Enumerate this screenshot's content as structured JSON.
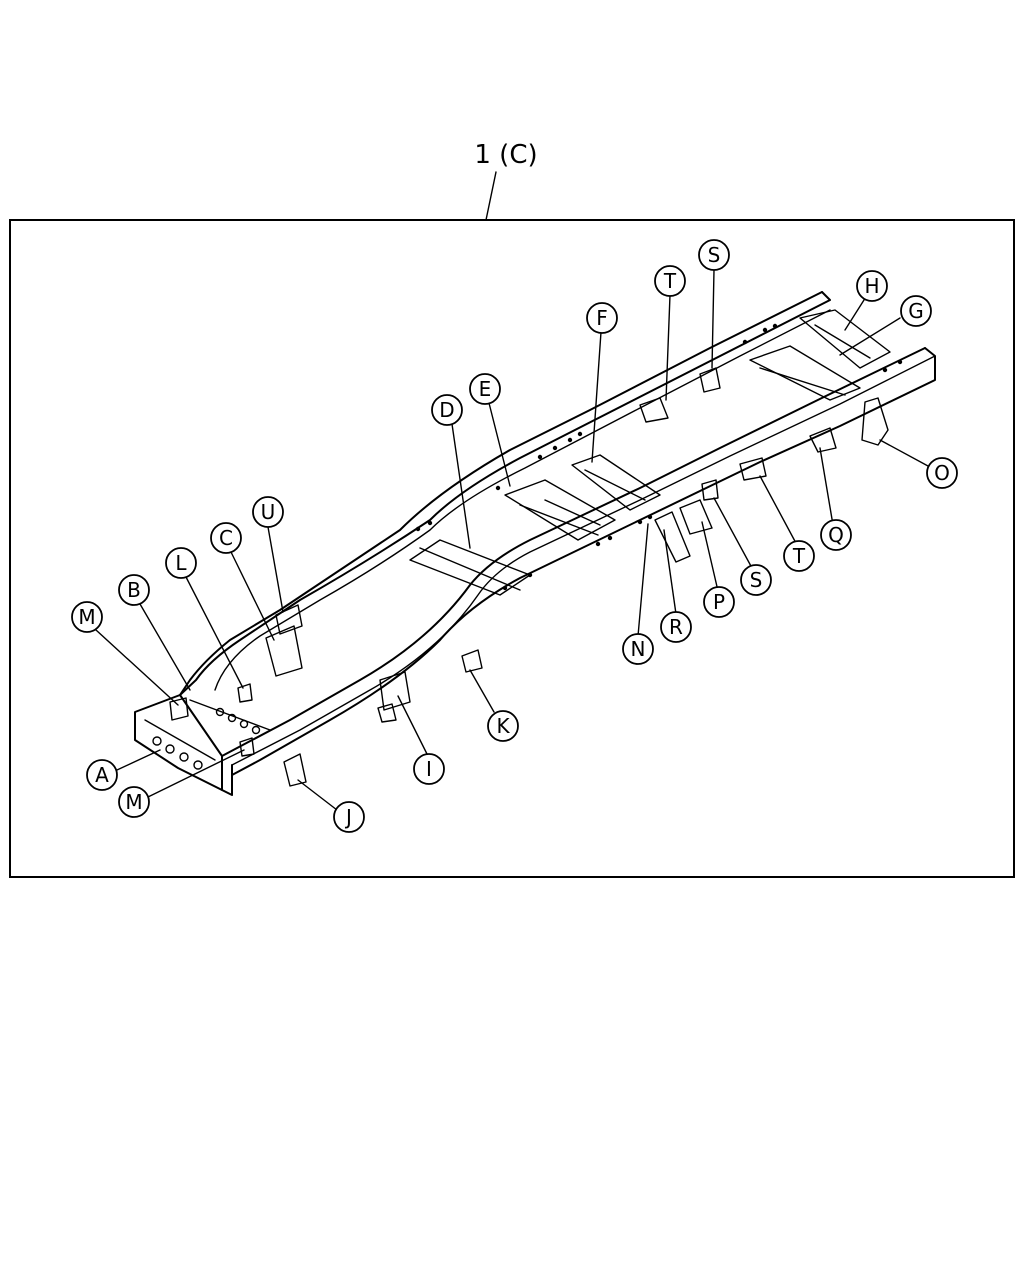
{
  "diagram": {
    "title": "1 (C)",
    "callouts": [
      {
        "id": "T",
        "label": "T"
      },
      {
        "id": "S",
        "label": "S"
      },
      {
        "id": "H",
        "label": "H"
      },
      {
        "id": "G",
        "label": "G"
      },
      {
        "id": "F",
        "label": "F"
      },
      {
        "id": "E",
        "label": "E"
      },
      {
        "id": "D",
        "label": "D"
      },
      {
        "id": "U",
        "label": "U"
      },
      {
        "id": "C",
        "label": "C"
      },
      {
        "id": "L",
        "label": "L"
      },
      {
        "id": "B",
        "label": "B"
      },
      {
        "id": "M",
        "label": "M"
      },
      {
        "id": "O",
        "label": "O"
      },
      {
        "id": "Q",
        "label": "Q"
      },
      {
        "id": "T2",
        "label": "T"
      },
      {
        "id": "S2",
        "label": "S"
      },
      {
        "id": "P",
        "label": "P"
      },
      {
        "id": "R",
        "label": "R"
      },
      {
        "id": "N",
        "label": "N"
      },
      {
        "id": "K",
        "label": "K"
      },
      {
        "id": "I",
        "label": "I"
      },
      {
        "id": "J",
        "label": "J"
      },
      {
        "id": "A",
        "label": "A"
      },
      {
        "id": "M2",
        "label": "M"
      }
    ]
  }
}
